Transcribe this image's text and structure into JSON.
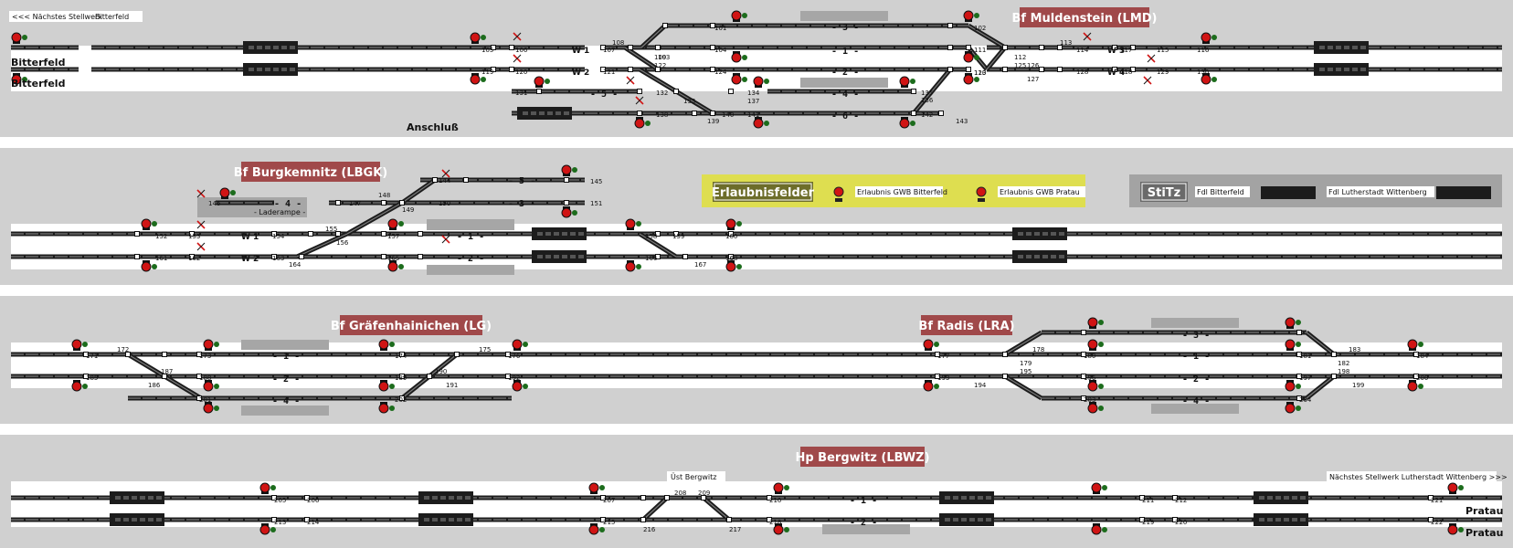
{
  "top": {
    "prev_label": "<<< Nächstes Stellwerk",
    "prev_station": "Bitterfeld",
    "next_label": "Nächstes Stellwerk Lutherstadt  Wittenberg >>>"
  },
  "endpoints": {
    "bitterfeld_1": "Bitterfeld",
    "bitterfeld_2": "Bitterfeld",
    "pratau_1": "Pratau",
    "pratau_2": "Pratau",
    "anschluss": "Anschluß",
    "ust_bergwitz": "Üst Bergwitz"
  },
  "stations": {
    "lmd": "Bf Muldenstein (LMD)",
    "lbgk": "Bf Burgkemnitz (LBGK)",
    "lg": "Bf Gräfenhainichen (LG)",
    "lra": "Bf Radis (LRA)",
    "lbwz": "Hp Bergwitz (LBWZ)"
  },
  "panels": {
    "erlaubnis": {
      "title": "Erlaubnisfelder",
      "gwb_bitterfeld": "Erlaubnis GWB Bitterfeld",
      "gwb_pratau": "Erlaubnis GWB Pratau"
    },
    "stitz": {
      "title": "StiTz",
      "fdl_bitterfeld": "Fdl Bitterfeld",
      "fdl_wittenberg": "Fdl Lutherstadt Wittenberg"
    }
  },
  "misc": {
    "laderampe": "- Laderampe -"
  },
  "track_labels": {
    "lmd": [
      "- 3 -",
      "- 1 -",
      "- 2 -",
      "- 5 -",
      "- 4 -",
      "- 6 -"
    ],
    "lbgk": [
      "- 5 -",
      "- 3 -",
      "- 4 -",
      "- 1 -",
      "- 2 -"
    ],
    "lg": [
      "- 1 -",
      "- 2 -",
      "- 4 -"
    ],
    "lra": [
      "- 3 -",
      "- 1 -",
      "- 2 -",
      "- 4 -"
    ],
    "lbwz": [
      "- 1 -",
      "- 2 -"
    ]
  },
  "w_labels": {
    "lmd_w1": "W 1",
    "lmd_w2": "W 2",
    "lmd_w3": "W 3",
    "lmd_w4": "W 4",
    "lbgk_w1": "W 1",
    "lbgk_w2": "W 2"
  },
  "numbers": {
    "lmd": [
      "105",
      "106",
      "107",
      "108",
      "101",
      "109",
      "102",
      "111",
      "112",
      "113",
      "114",
      "115",
      "116",
      "104",
      "110",
      "119",
      "120",
      "121",
      "122",
      "123",
      "124",
      "125",
      "126",
      "127",
      "128",
      "129",
      "130",
      "131",
      "132",
      "133",
      "134",
      "135",
      "136",
      "137",
      "138",
      "139",
      "140",
      "141",
      "142",
      "143",
      "103",
      "117",
      "118"
    ],
    "lbgk": [
      "145",
      "146",
      "147",
      "148",
      "144",
      "149",
      "150",
      "151",
      "152",
      "153",
      "154",
      "155",
      "156",
      "157",
      "158",
      "159",
      "160",
      "161",
      "162",
      "163",
      "164",
      "165",
      "166",
      "167",
      "168"
    ],
    "lg": [
      "171",
      "172",
      "173",
      "174",
      "175",
      "176",
      "185",
      "186",
      "187",
      "188",
      "189",
      "190",
      "191",
      "192",
      "201",
      "202"
    ],
    "lra": [
      "177",
      "178",
      "179",
      "180",
      "181",
      "182",
      "183",
      "184",
      "193",
      "194",
      "195",
      "196",
      "197",
      "198",
      "199",
      "200",
      "203",
      "204"
    ],
    "lbwz": [
      "205",
      "206",
      "207",
      "208",
      "209",
      "210",
      "211",
      "212",
      "213",
      "214",
      "215",
      "216",
      "217",
      "218",
      "219",
      "220",
      "221",
      "222"
    ]
  },
  "colors": {
    "background": "#d0d0d0",
    "section_bg": "#ffffff",
    "station_title_bg": "#a0494a",
    "rail_top": "#1c1c1c",
    "rail_mid": "#7a7a7a",
    "signal_red": "#d01414",
    "signal_green": "#1c6c1c",
    "platform_gray": "#a6a6a6",
    "erlaubnis_bg": "#dede50",
    "erlaubnis_title_bg": "#6d6d2a",
    "stitz_bg": "#a3a3a3",
    "stitz_title_bg": "#6a6a6a"
  }
}
